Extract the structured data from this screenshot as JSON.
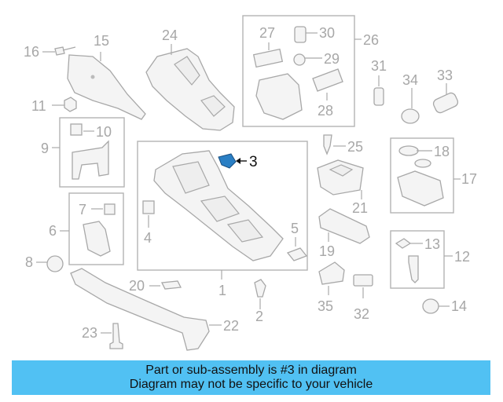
{
  "callouts": {
    "c1": "1",
    "c2": "2",
    "c3": "3",
    "c4": "4",
    "c5": "5",
    "c6": "6",
    "c7": "7",
    "c8": "8",
    "c9": "9",
    "c10": "10",
    "c11": "11",
    "c12": "12",
    "c13": "13",
    "c14": "14",
    "c15": "15",
    "c16": "16",
    "c17": "17",
    "c18": "18",
    "c19": "19",
    "c20": "20",
    "c21": "21",
    "c22": "22",
    "c23": "23",
    "c24": "24",
    "c25": "25",
    "c26": "26",
    "c27": "27",
    "c28": "28",
    "c29": "29",
    "c30": "30",
    "c31": "31",
    "c32": "32",
    "c33": "33",
    "c34": "34",
    "c35": "35"
  },
  "highlight_part": "3",
  "colors": {
    "banner": "#51c1f3",
    "highlight": "#2a7fc4",
    "linework": "#a8a8a8"
  },
  "banner": {
    "line1": "Part or sub-assembly is #3 in diagram",
    "line2": "Diagram may not be specific to your vehicle"
  }
}
